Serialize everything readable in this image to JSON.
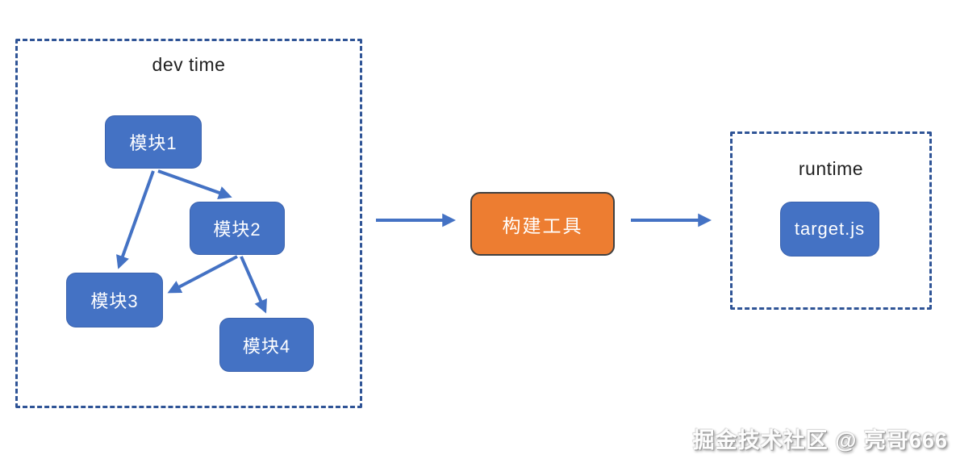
{
  "colors": {
    "module_blue": "#4472C4",
    "module_border_blue": "#3B63AE",
    "dashed_border_navy": "#2F5496",
    "arrow_blue": "#4472C4",
    "build_tool_orange": "#ED7D31",
    "build_tool_border": "#404040",
    "node_text": "#FFFFFF",
    "group_label_text": "#1F1F1F"
  },
  "dev_time_box": {
    "label": "dev time",
    "modules": [
      {
        "label": "模块1"
      },
      {
        "label": "模块2"
      },
      {
        "label": "模块3"
      },
      {
        "label": "模块4"
      }
    ],
    "edges": [
      "模块1 → 模块2",
      "模块1 → 模块3",
      "模块2 → 模块3",
      "模块2 → 模块4"
    ]
  },
  "build_tool": {
    "label": "构建工具"
  },
  "runtime_box": {
    "label": "runtime",
    "output": {
      "label": "target.js"
    }
  },
  "flow": [
    "dev time → 构建工具",
    "构建工具 → runtime"
  ],
  "watermark": "掘金技术社区 @ 亮哥666"
}
